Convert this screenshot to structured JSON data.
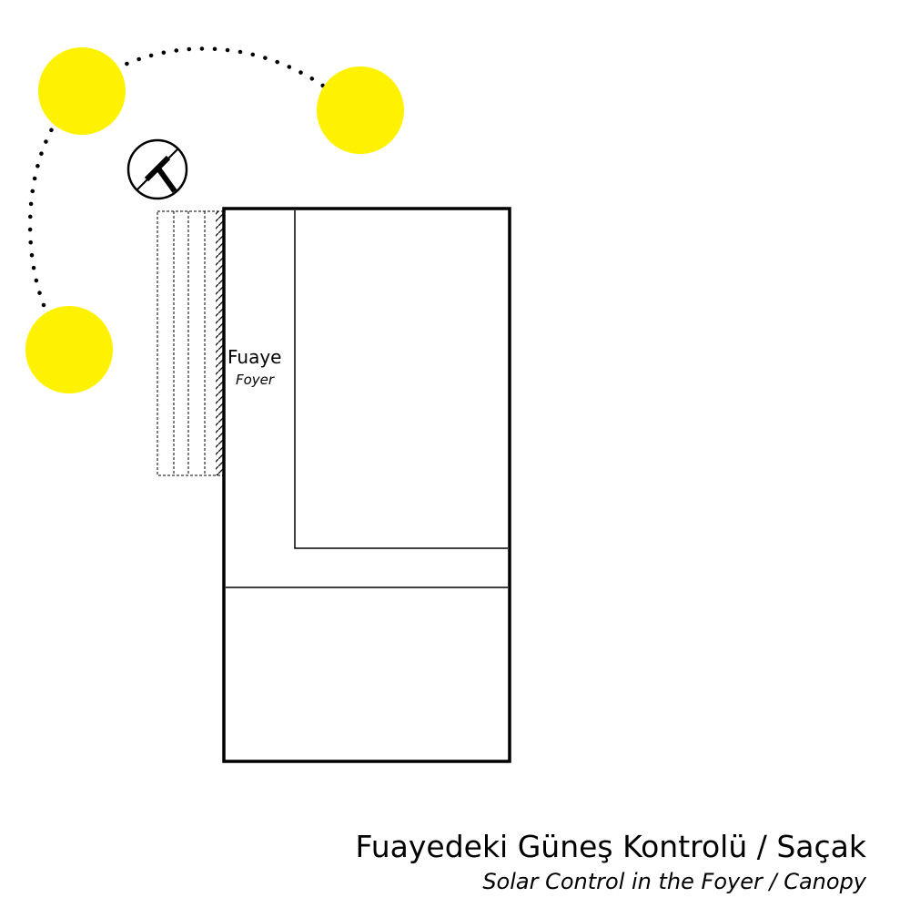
{
  "room": {
    "label": "Fuaye",
    "sublabel": "Foyer"
  },
  "caption": {
    "title": "Fuayedeki Güneş Kontrolü / Saçak",
    "subtitle": "Solar Control in the Foyer / Canopy"
  },
  "colors": {
    "sun": "#FFF200",
    "line": "#000000",
    "background": "#FFFFFF"
  },
  "icons": {
    "sun": "sun-position-icon",
    "compass": "sun-angle-compass-icon"
  }
}
